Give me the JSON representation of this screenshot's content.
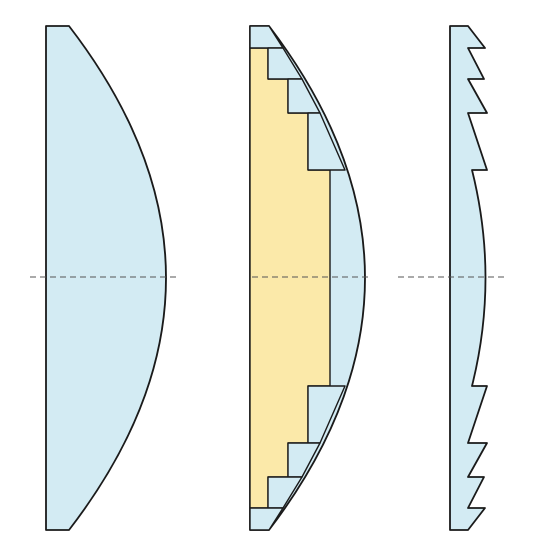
{
  "figure": {
    "background": "#ffffff",
    "colors": {
      "lens_fill": "#d3ebf3",
      "removed_material_fill": "#fbe9a9",
      "outline": "#1a1a1a",
      "axis_line": "#555555"
    },
    "panels": [
      {
        "id": "plano-convex-lens",
        "description_icon": "plano-convex-lens-icon"
      },
      {
        "id": "fresnel-construction",
        "description_icon": "fresnel-construction-icon"
      },
      {
        "id": "fresnel-lens",
        "description_icon": "fresnel-lens-icon"
      }
    ]
  }
}
